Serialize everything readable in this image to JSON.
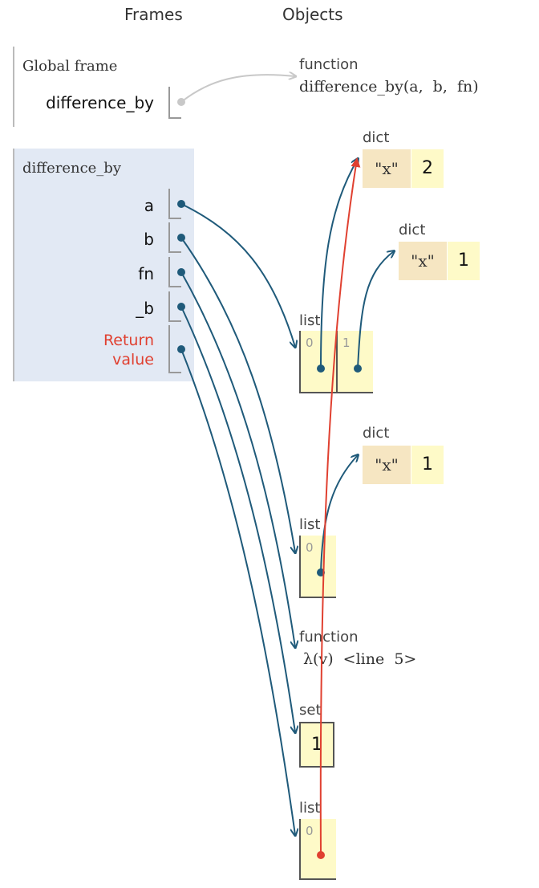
{
  "headers": {
    "frames": "Frames",
    "objects": "Objects"
  },
  "global_frame": {
    "title": "Global frame",
    "vars": [
      {
        "name": "difference_by"
      }
    ]
  },
  "local_frame": {
    "title": "difference_by",
    "vars": [
      {
        "name": "a"
      },
      {
        "name": "b"
      },
      {
        "name": "fn"
      },
      {
        "name": "_b"
      },
      {
        "name": "Return\nvalue"
      }
    ]
  },
  "objects": {
    "func1": {
      "type": "function",
      "signature": "difference_by(a,  b,  fn)"
    },
    "dict1": {
      "type": "dict",
      "key": "\"x\"",
      "value": "2"
    },
    "dict2": {
      "type": "dict",
      "key": "\"x\"",
      "value": "1"
    },
    "list1": {
      "type": "list",
      "indices": [
        "0",
        "1"
      ]
    },
    "dict3": {
      "type": "dict",
      "key": "\"x\"",
      "value": "1"
    },
    "list2": {
      "type": "list",
      "indices": [
        "0"
      ]
    },
    "func2": {
      "type": "function",
      "signature": "λ(v)  <line  5>"
    },
    "set1": {
      "type": "set",
      "value": "1"
    },
    "list3": {
      "type": "list",
      "indices": [
        "0"
      ]
    }
  },
  "colors": {
    "pointer": "#1f5a7a",
    "return_pointer": "#e04030",
    "global_pointer": "#c8c8c8"
  }
}
